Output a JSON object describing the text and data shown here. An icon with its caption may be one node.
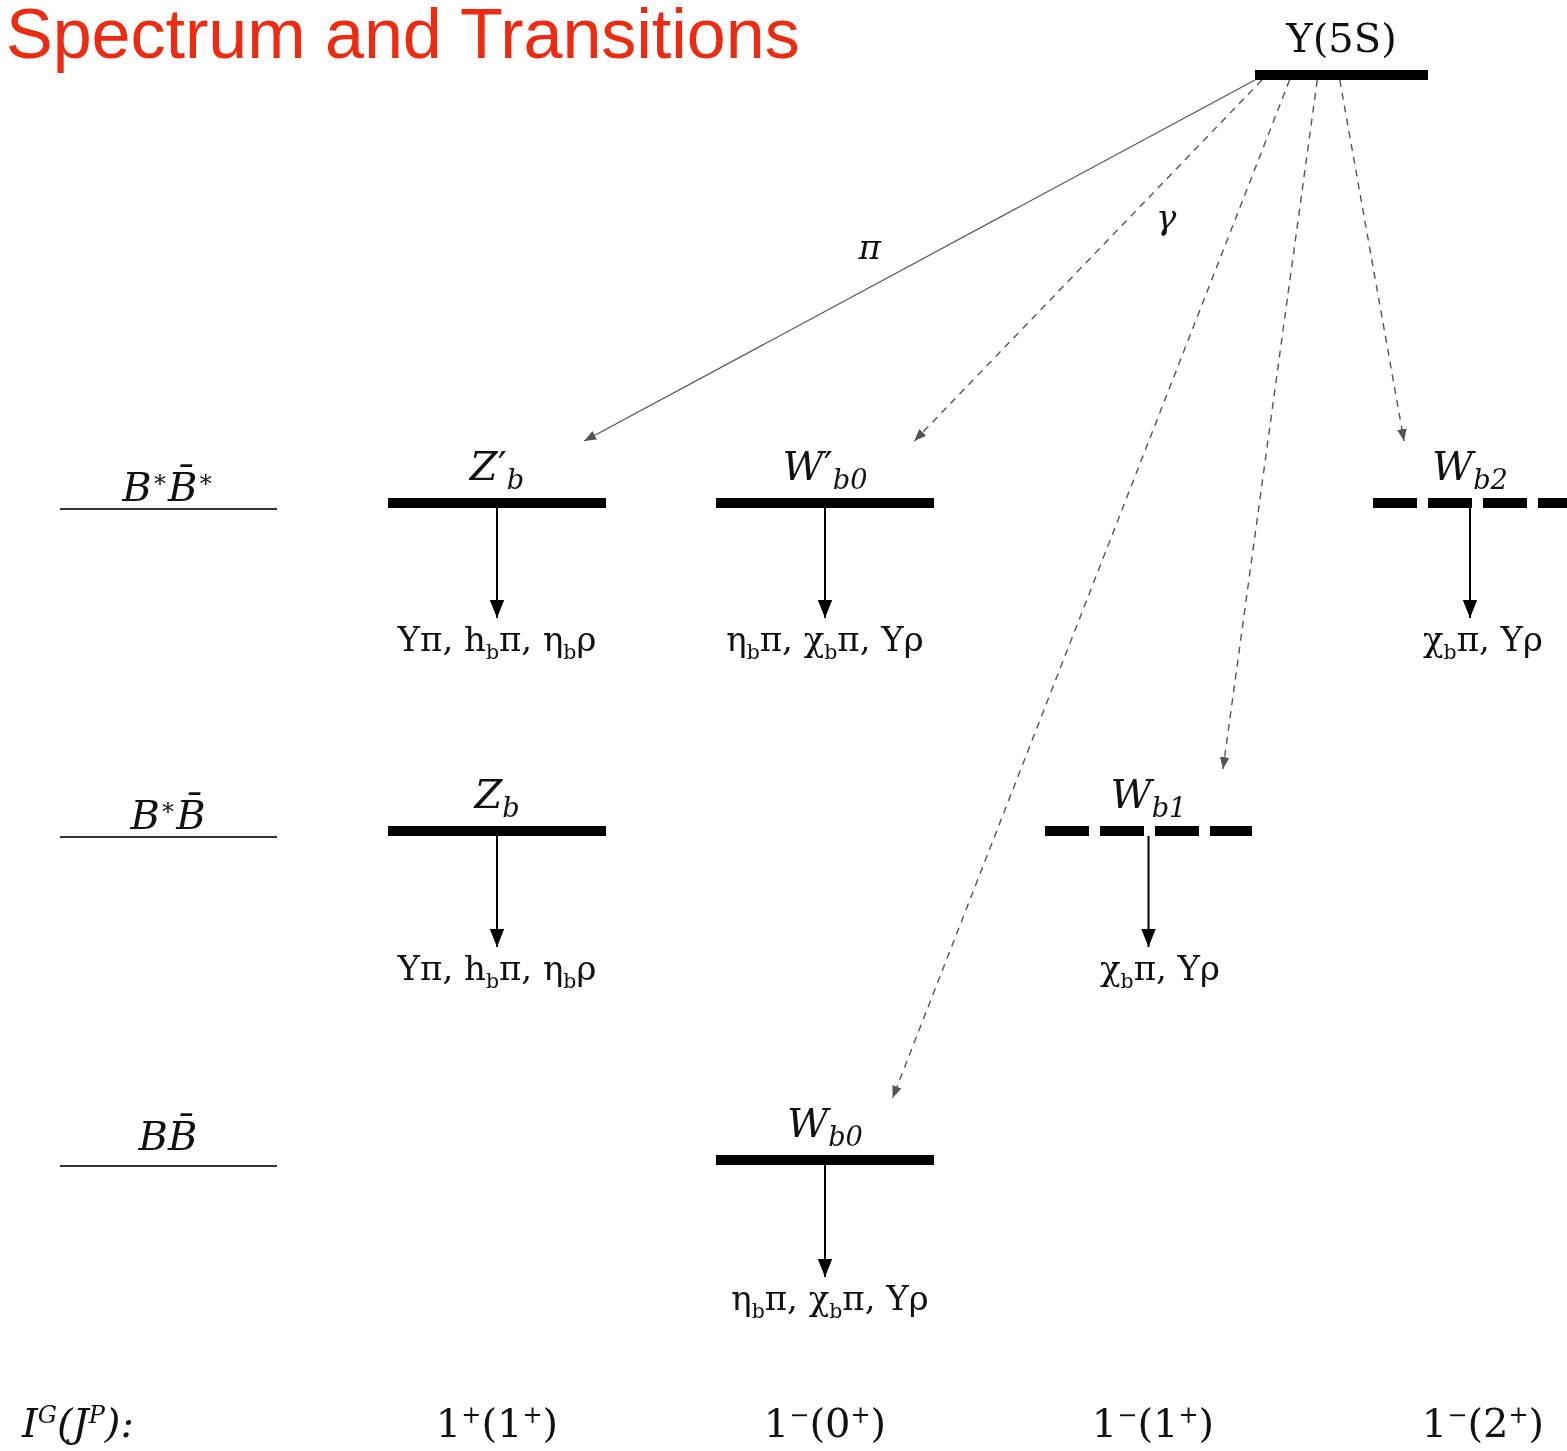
{
  "diagram": {
    "title": "Spectrum and Transitions",
    "nodes": [
      {
        "text": [
          "Υ(5S)"
        ]
      },
      {
        "text": [
          "*Z*′$_{b}$"
        ]
      },
      {
        "text": [
          "*W*′$_{b0}$"
        ]
      },
      {
        "text": [
          "*W*$_{b2}$"
        ]
      },
      {
        "text": [
          "*Z*$_{b}$"
        ]
      },
      {
        "text": [
          "*W*$_{b1}$"
        ]
      },
      {
        "text": [
          "*W*$_{b0}$"
        ]
      },
      {
        "text": [
          "Υπ, h$_{b}$π, η$_{b}$ρ"
        ]
      },
      {
        "text": [
          "η$_{b}$π, χ$_{b}$π, Υρ"
        ]
      },
      {
        "text": [
          "χ$_{b}$π, Υρ"
        ]
      },
      {
        "text": [
          "Υπ, h$_{b}$π, η$_{b}$ρ"
        ]
      },
      {
        "text": [
          "χ$_{b}$π, Υρ"
        ]
      },
      {
        "text": [
          "η$_{b}$π, χ$_{b}$π, Υρ"
        ]
      }
    ],
    "edges": [
      {
        "from": 0,
        "to": 1,
        "arrow": "to",
        "label": "π",
        "color": "#555555"
      },
      {
        "from": 0,
        "to": 2,
        "arrow": "to",
        "label": "γ",
        "style": "dashed",
        "color": "#555555"
      },
      {
        "from": 0,
        "to": 6,
        "arrow": "to",
        "style": "dashed",
        "color": "#555555"
      },
      {
        "from": 0,
        "to": 5,
        "arrow": "to",
        "style": "dashed",
        "color": "#555555"
      },
      {
        "from": 0,
        "to": 3,
        "arrow": "to",
        "style": "dashed",
        "color": "#555555"
      },
      {
        "from": 1,
        "to": 7,
        "arrow": "to"
      },
      {
        "from": 2,
        "to": 8,
        "arrow": "to"
      },
      {
        "from": 3,
        "to": 9,
        "arrow": "to"
      },
      {
        "from": 4,
        "to": 10,
        "arrow": "to"
      },
      {
        "from": 5,
        "to": 11,
        "arrow": "to"
      },
      {
        "from": 6,
        "to": 12,
        "arrow": "to"
      }
    ],
    "labels": [
      "B$^{∗}$B̄$^{∗}$",
      "B$^{∗}$B̄",
      "BB̄",
      "I$^{G}$(J$^{P}$):",
      "1$^{+}$(1$^{+}$)",
      "1$^{−}$(0$^{+}$)",
      "1$^{−}$(1$^{+}$)",
      "1$^{−}$(2$^{+}$)"
    ]
  }
}
